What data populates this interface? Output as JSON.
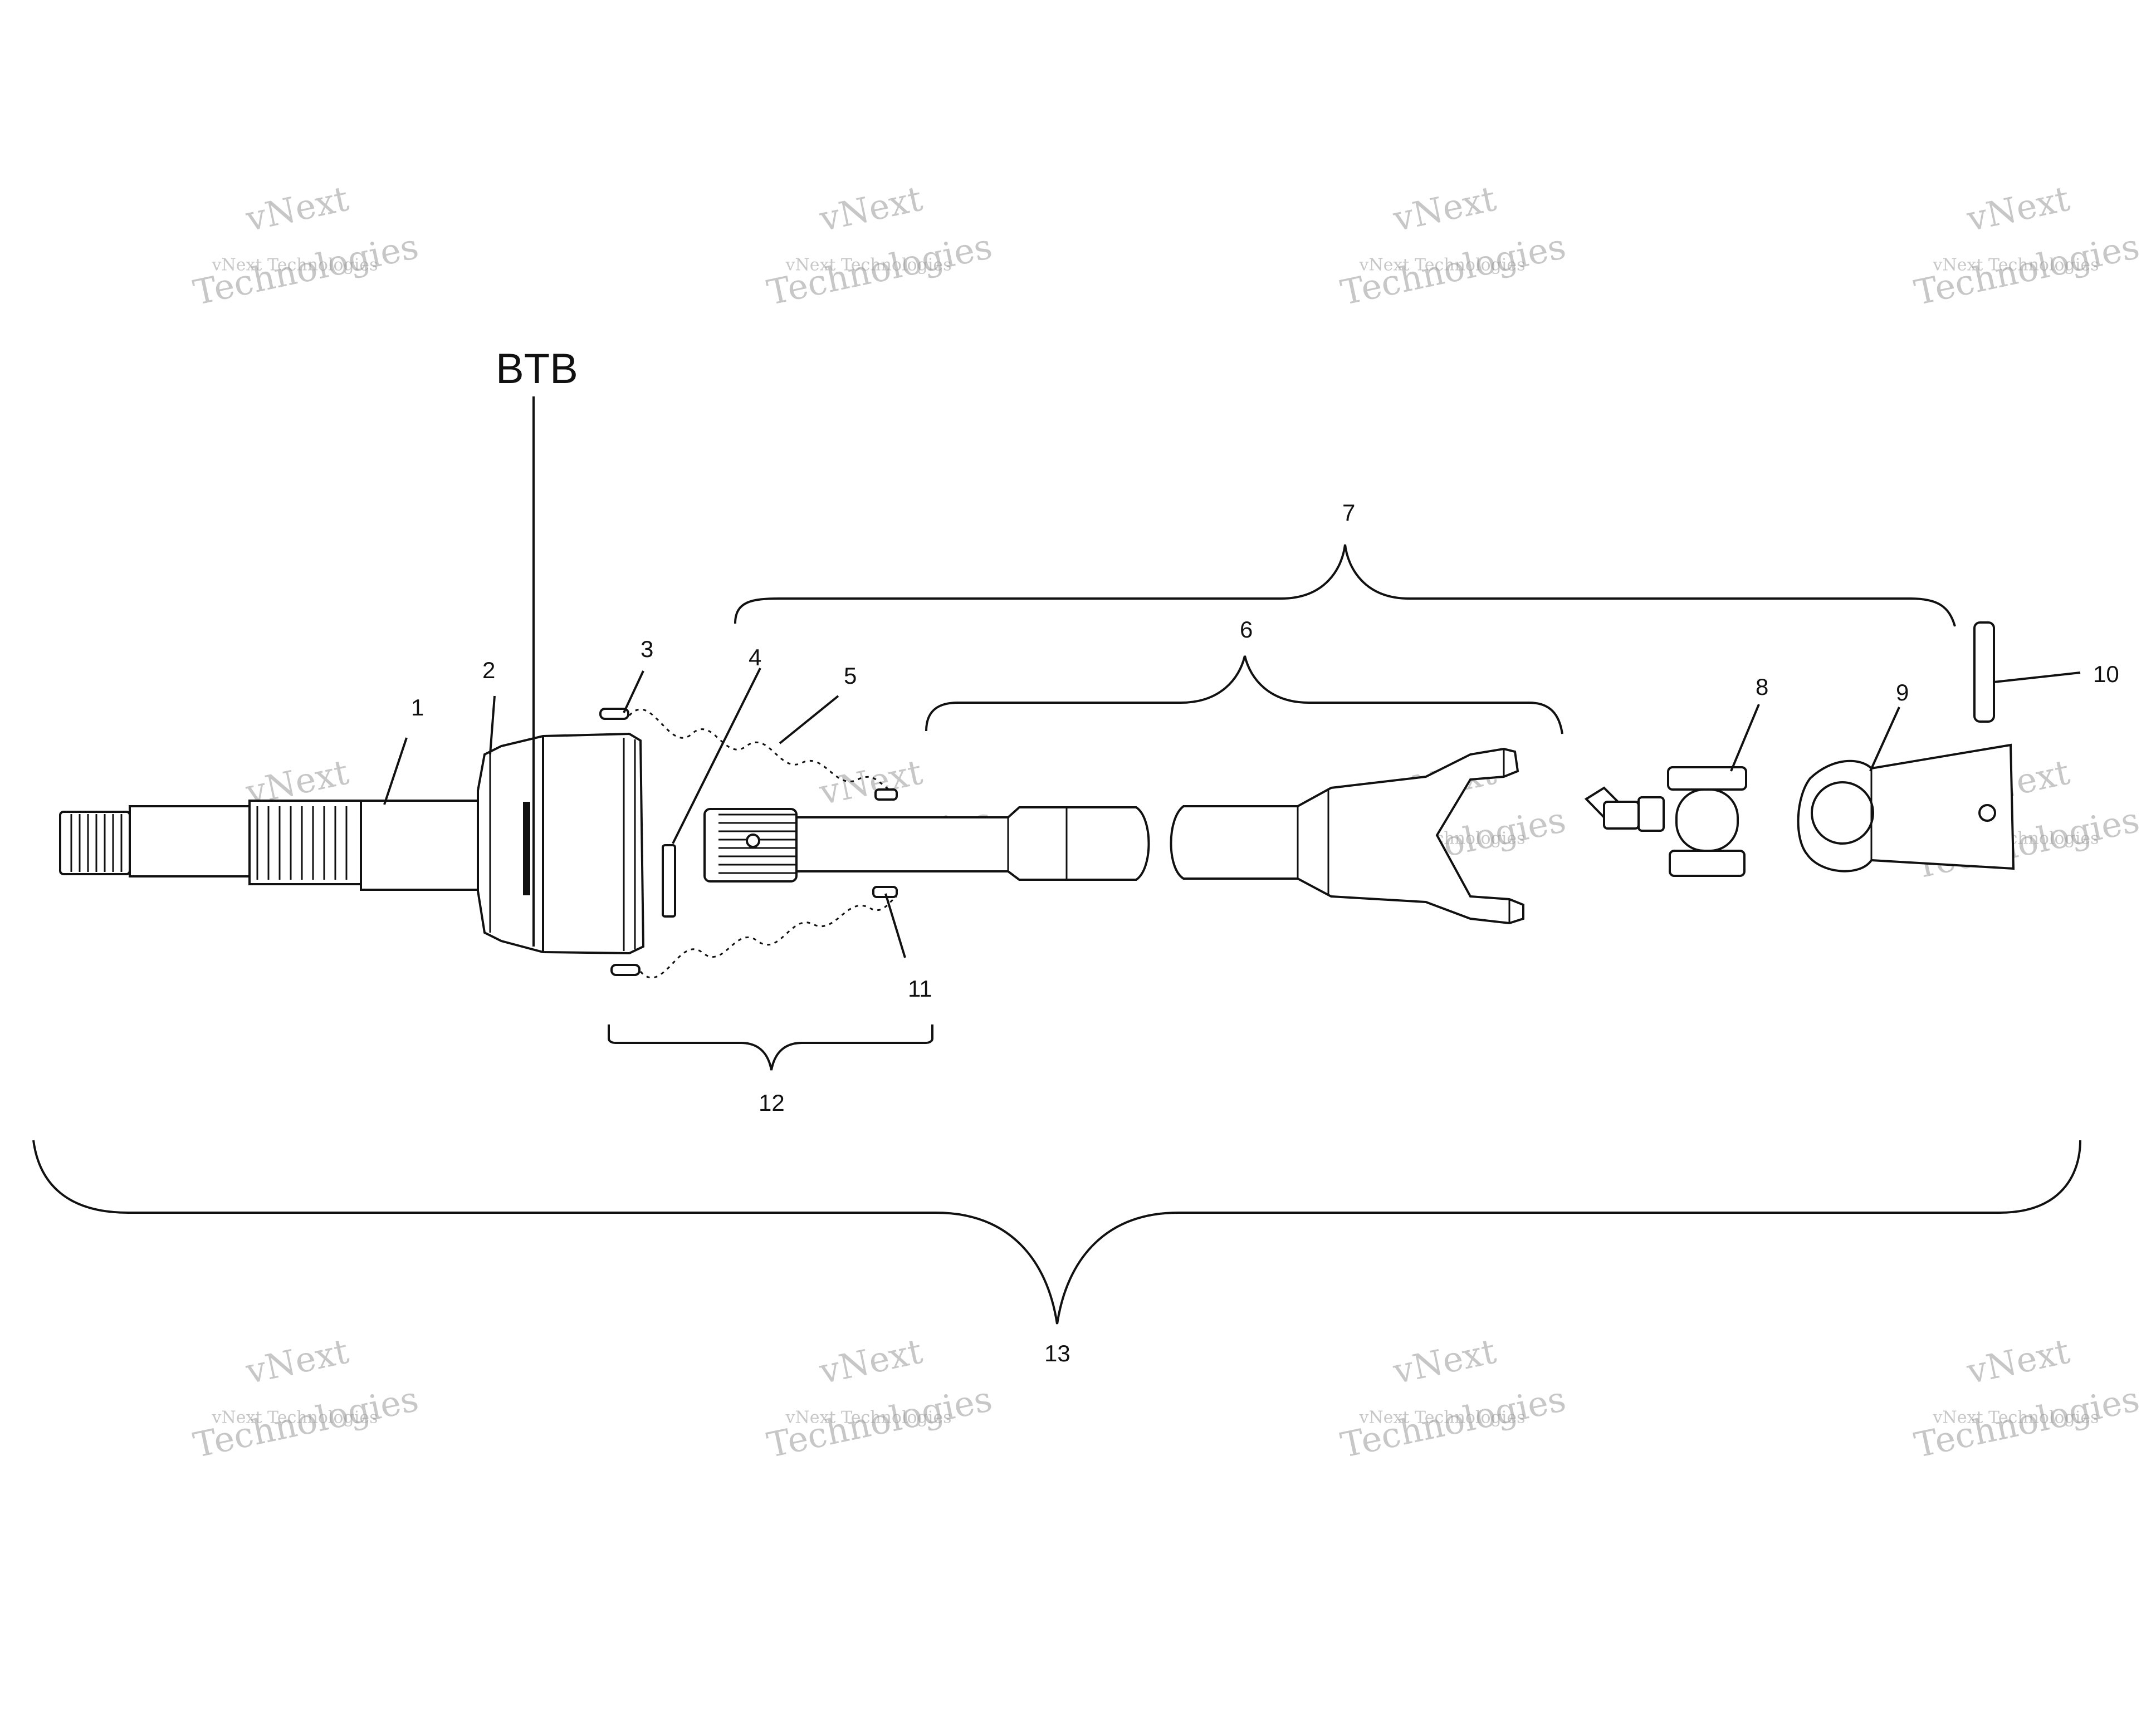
{
  "diagram": {
    "label_btb": "BTB",
    "callouts": {
      "c1": "1",
      "c2": "2",
      "c3": "3",
      "c4": "4",
      "c5": "5",
      "c6": "6",
      "c7": "7",
      "c8": "8",
      "c9": "9",
      "c10": "10",
      "c11": "11",
      "c12": "12",
      "c13": "13"
    },
    "watermark": {
      "brand": "vNext",
      "company": "vNext Technologies",
      "word": "Technologies"
    }
  }
}
